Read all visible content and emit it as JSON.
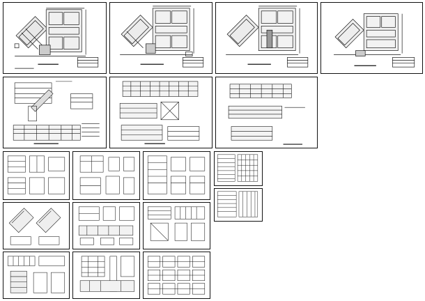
{
  "page": {
    "title": "",
    "watermark_text": "",
    "background": "#ffffff",
    "line_color": "#111111"
  },
  "sheets": [
    {
      "id": "plan-1",
      "kind": "floor-plan"
    },
    {
      "id": "plan-2",
      "kind": "floor-plan"
    },
    {
      "id": "plan-3",
      "kind": "floor-plan"
    },
    {
      "id": "plan-4",
      "kind": "floor-plan"
    },
    {
      "id": "stair-details",
      "kind": "detail-sheet"
    },
    {
      "id": "elevations-1",
      "kind": "elevation-sheet"
    },
    {
      "id": "elevations-2",
      "kind": "elevation-sheet"
    },
    {
      "id": "detail-small-1",
      "kind": "detail-sheet"
    },
    {
      "id": "detail-small-2",
      "kind": "detail-sheet"
    },
    {
      "id": "detail-small-3",
      "kind": "detail-sheet"
    },
    {
      "id": "schedule-1",
      "kind": "table-sheet"
    },
    {
      "id": "schedule-2",
      "kind": "table-sheet"
    },
    {
      "id": "detail-small-4",
      "kind": "detail-sheet"
    },
    {
      "id": "detail-small-5",
      "kind": "detail-sheet"
    },
    {
      "id": "detail-small-6",
      "kind": "detail-sheet"
    },
    {
      "id": "detail-small-7",
      "kind": "detail-sheet"
    },
    {
      "id": "detail-small-8",
      "kind": "detail-sheet"
    },
    {
      "id": "detail-small-9",
      "kind": "detail-sheet"
    }
  ]
}
